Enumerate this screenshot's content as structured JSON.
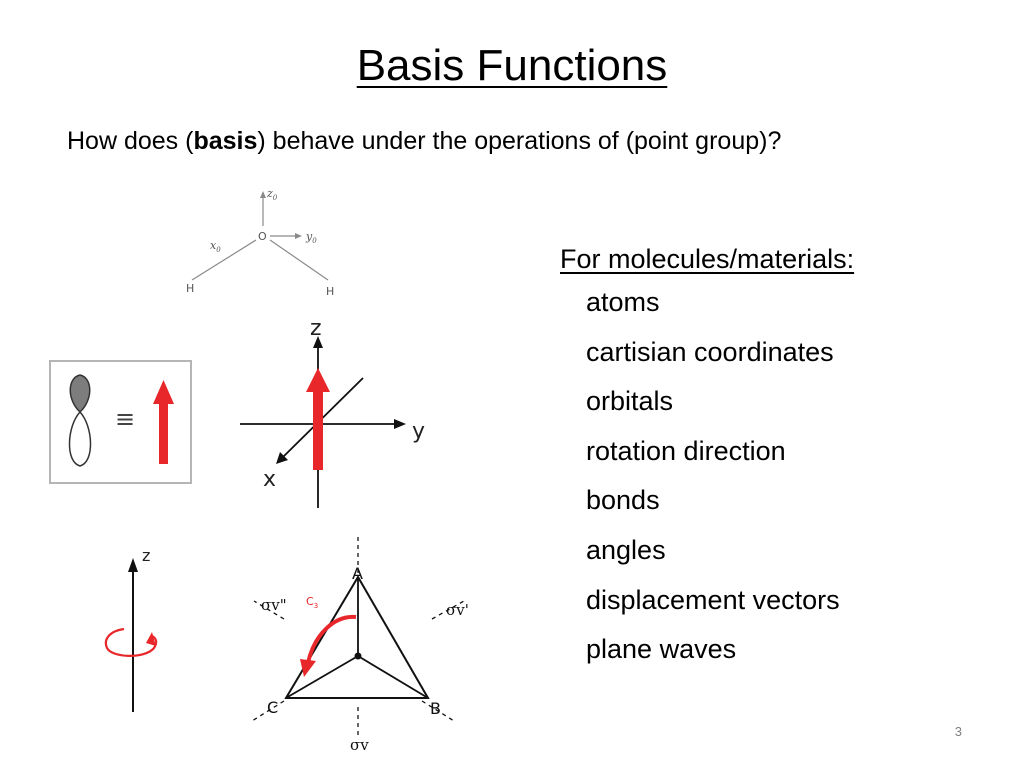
{
  "slide": {
    "title": "Basis Functions",
    "subtitle": {
      "before": "How does (",
      "bold": "basis",
      "after": ") behave under the operations of (point group)?"
    },
    "slide_number": "3"
  },
  "panel": {
    "heading": "For molecules/materials:",
    "items": [
      "atoms",
      "cartisian coordinates",
      "orbitals",
      "rotation direction",
      "bonds",
      "angles",
      "displacement vectors",
      "plane waves"
    ]
  },
  "water_diagram": {
    "labels": {
      "z": "z",
      "z_sub": "0",
      "x": "x",
      "x_sub": "0",
      "y": "y",
      "y_sub": "0",
      "o": "O",
      "h_left": "H",
      "h_right": "H"
    }
  },
  "orbital_box": {
    "equals": "≡"
  },
  "axes_diagram": {
    "z": "z",
    "y": "y",
    "x": "x"
  },
  "rotation_diagram": {
    "z": "z"
  },
  "triangle_diagram": {
    "a": "A",
    "b": "B",
    "c": "C",
    "sigma_v_double": "σv\"",
    "sigma_v_single": "σv'",
    "sigma_v": "σv",
    "c3_main": "C",
    "c3_sub": "3"
  },
  "colors": {
    "accent_red": "#e8272b",
    "gray": "#7a7a7a",
    "muted": "#7f7f7f"
  }
}
